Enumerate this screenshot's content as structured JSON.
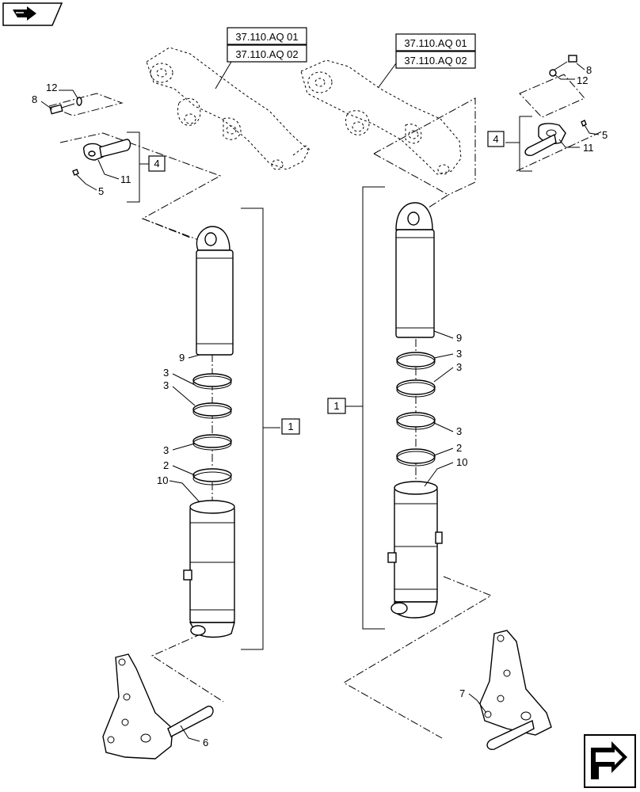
{
  "nav": {
    "top_left_icon": "page-nav-arrow-icon",
    "bottom_right_icon": "next-page-arrow-icon"
  },
  "refs": {
    "aq01_left": "37.110.AQ 01",
    "aq02_left": "37.110.AQ 02",
    "aq01_right": "37.110.AQ 01",
    "aq02_right": "37.110.AQ 02"
  },
  "boxes": {
    "left_pin": "4",
    "right_pin": "4",
    "left_cyl": "1",
    "right_cyl": "1"
  },
  "labels": {
    "l12": "12",
    "l8": "8",
    "l11": "11",
    "l5": "5",
    "l9": "9",
    "l3a": "3",
    "l3b": "3",
    "l3c": "3",
    "l2": "2",
    "l10": "10",
    "l6": "6",
    "r8": "8",
    "r12": "12",
    "r5": "5",
    "r11": "11",
    "r9": "9",
    "r3a": "3",
    "r3b": "3",
    "r3c": "3",
    "r2": "2",
    "r10": "10",
    "r7": "7"
  }
}
